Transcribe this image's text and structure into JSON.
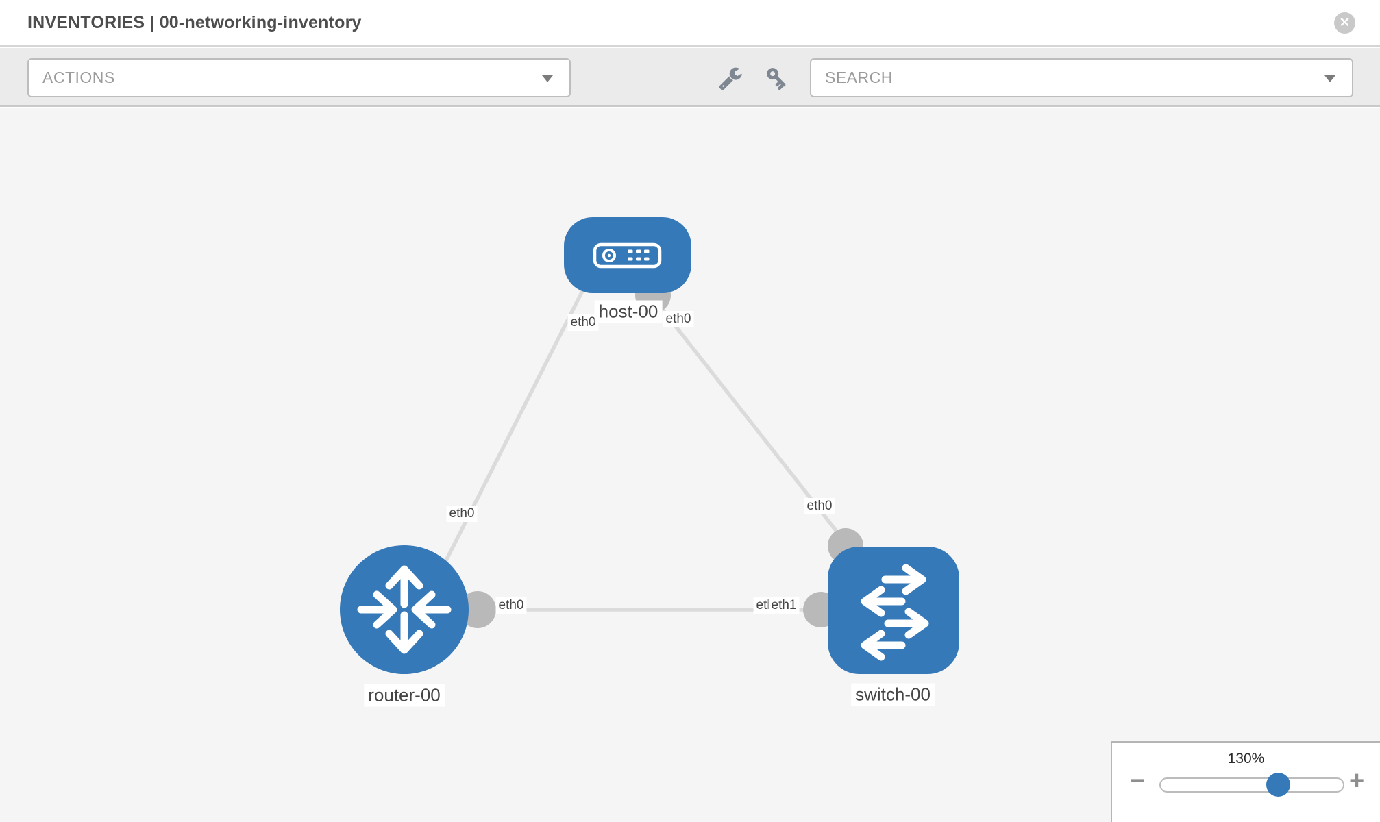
{
  "header": {
    "title": "INVENTORIES | 00-networking-inventory",
    "close_glyph": "✕"
  },
  "toolbar": {
    "actions_dropdown_label": "ACTIONS",
    "search_placeholder": "SEARCH"
  },
  "topology": {
    "nodes": [
      {
        "label": "host-00",
        "type": "host"
      },
      {
        "label": "router-00",
        "type": "router"
      },
      {
        "label": "switch-00",
        "type": "switch"
      }
    ],
    "links": [
      {
        "from": "router-00",
        "to": "host-00"
      },
      {
        "from": "host-00",
        "to": "switch-00"
      },
      {
        "from": "router-00",
        "to": "switch-00"
      }
    ],
    "eth_labels": [
      {
        "text": "eth0"
      },
      {
        "text": "eth0"
      },
      {
        "text": "eth0"
      },
      {
        "text": "eth0"
      },
      {
        "text": "eth0"
      },
      {
        "text": "eth0"
      },
      {
        "text": "eth1"
      }
    ]
  },
  "zoom_control": {
    "level": "130%",
    "minus_glyph": "−",
    "plus_glyph": "+"
  },
  "colors": {
    "node_blue": "#3679b8",
    "link_gray": "#dbdbdb",
    "interface_gray": "#b9b9b9"
  }
}
